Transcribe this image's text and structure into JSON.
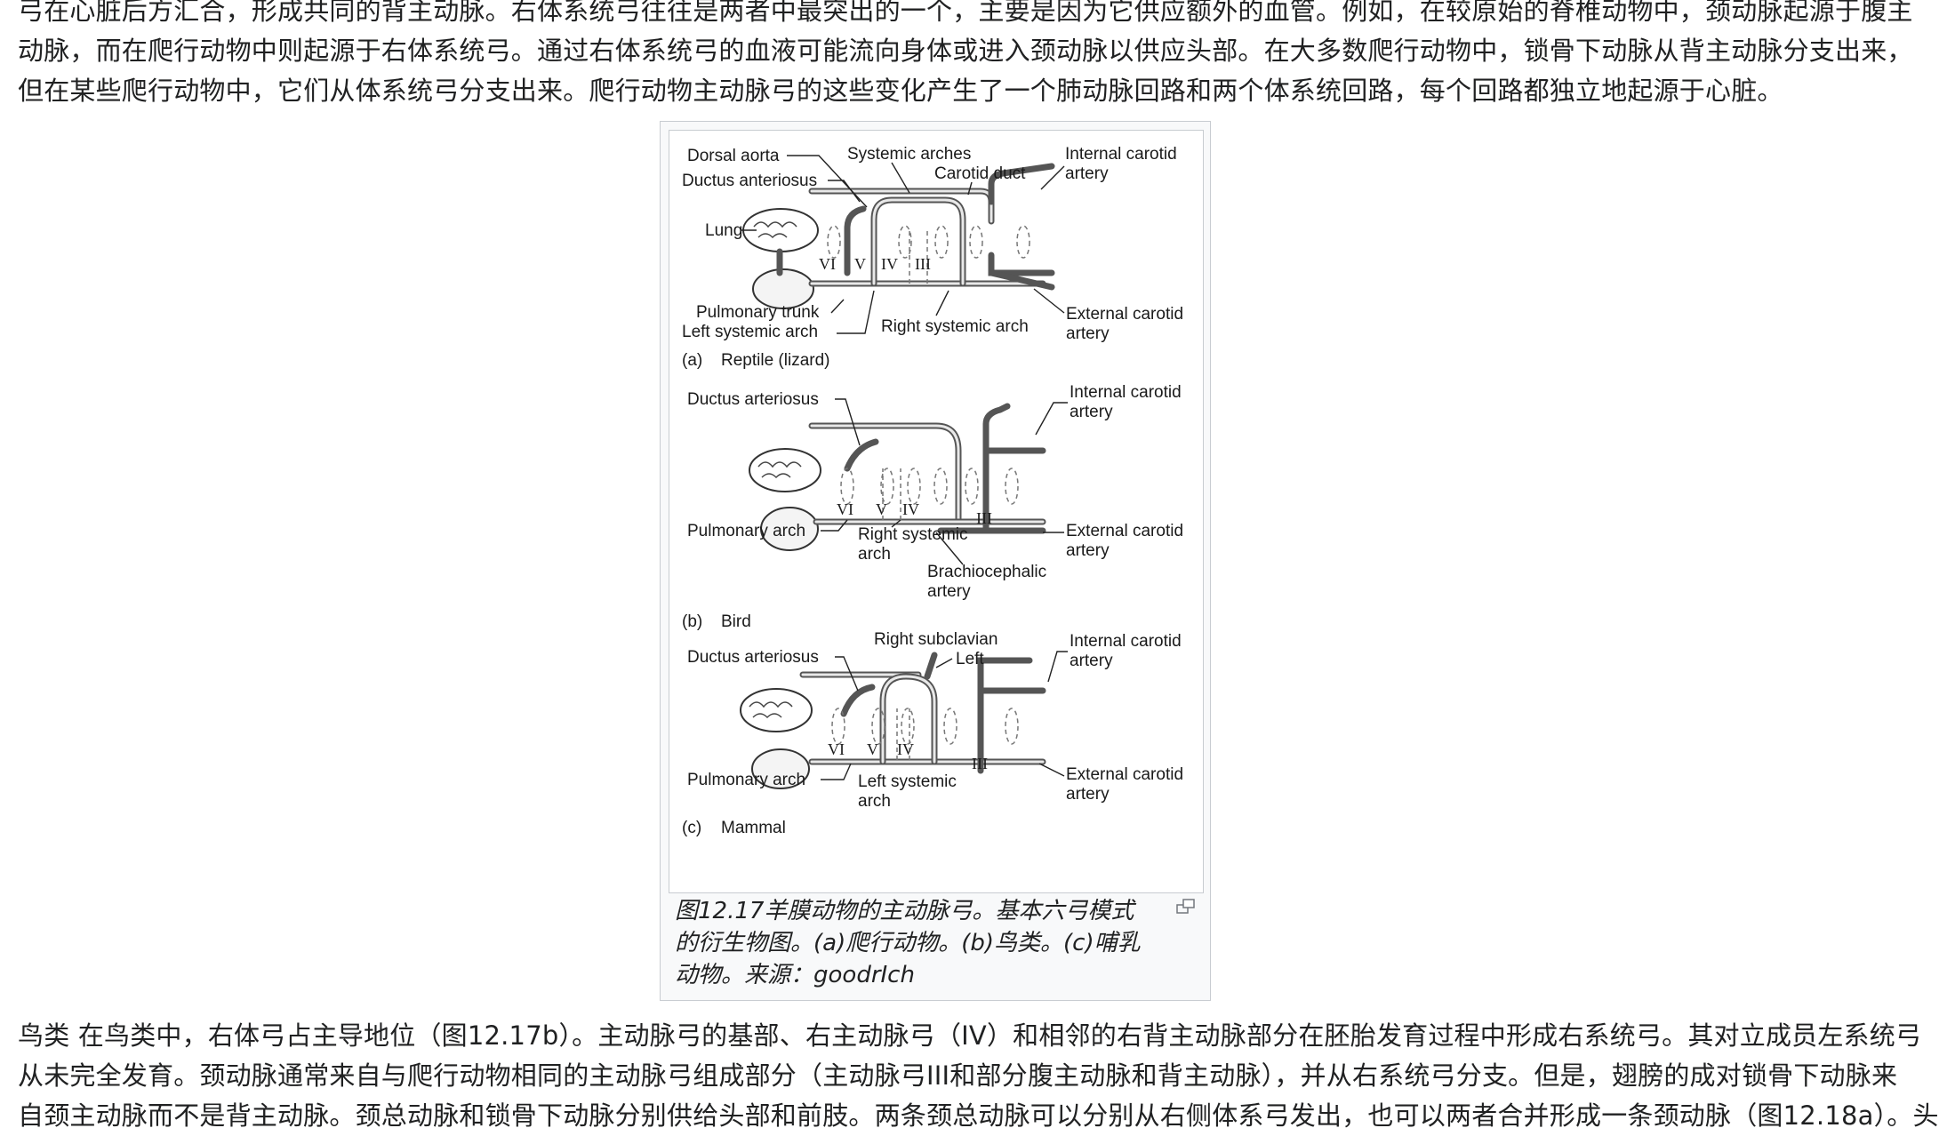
{
  "article": {
    "para_top": [
      "弓在心脏后方汇合，形成共同的背主动脉。右体系统弓往往是两者中最突出的一个，主要是因为它供应额外的血管。例如，在较原始的脊椎动物中，颈动脉起源于腹主",
      "动脉，而在爬行动物中则起源于右体系统弓。通过右体系统弓的血液可能流向身体或进入颈动脉以供应头部。在大多数爬行动物中，锁骨下动脉从背主动脉分支出来，",
      "但在某些爬行动物中，它们从体系统弓分支出来。爬行动物主动脉弓的这些变化产生了一个肺动脉回路和两个体系统回路，每个回路都独立地起源于心脏。"
    ],
    "para_bottom": [
      "鸟类 在鸟类中，右体弓占主导地位（图12.17b）。主动脉弓的基部、右主动脉弓（IV）和相邻的右背主动脉部分在胚胎发育过程中形成右系统弓。其对立成员左系统弓",
      "从未完全发育。颈动脉通常来自与爬行动物相同的主动脉弓组成部分（主动脉弓III和部分腹主动脉和背主动脉），并从右系统弓分支。但是，翅膀的成对锁骨下动脉来",
      "自颈主动脉而不是背主动脉。颈总动脉和锁骨下动脉分别供给头部和前肢。两条颈总动脉可以分别从右侧体系弓发出，也可以两者合并形成一条颈动脉（图12.18a）。头"
    ]
  },
  "figure": {
    "caption": "图12.17羊膜动物的主动脉弓。基本六弓模式的衍生物图。(a)爬行动物。(b)鸟类。(c)哺乳动物。来源：goodrIch",
    "enlarge_icon": "enlarge-icon",
    "panel_a": {
      "tag": "(a)",
      "title": "Reptile (lizard)",
      "labels": {
        "dorsal_aorta": "Dorsal aorta",
        "ductus": "Ductus anteriosus",
        "lung": "Lung",
        "systemic_arches": "Systemic arches",
        "carotid_duct": "Carotid duct",
        "internal_1": "Internal carotid",
        "internal_2": "artery",
        "pulmonary_trunk": "Pulmonary trunk",
        "left_systemic": "Left systemic arch",
        "right_systemic": "Right systemic arch",
        "external_1": "External carotid",
        "external_2": "artery"
      },
      "romans": [
        "VI",
        "V",
        "IV",
        "III"
      ]
    },
    "panel_b": {
      "tag": "(b)",
      "title": "Bird",
      "labels": {
        "ductus": "Ductus arteriosus",
        "internal_1": "Internal carotid",
        "internal_2": "artery",
        "pulmonary_arch": "Pulmonary arch",
        "right_systemic_1": "Right systemic",
        "right_systemic_2": "arch",
        "brachio_1": "Brachiocephalic",
        "brachio_2": "artery",
        "external_1": "External carotid",
        "external_2": "artery"
      },
      "romans": [
        "VI",
        "V",
        "IV",
        "III"
      ]
    },
    "panel_c": {
      "tag": "(c)",
      "title": "Mammal",
      "labels": {
        "right_subclavian": "Right subclavian",
        "left": "Left",
        "ductus": "Ductus arteriosus",
        "internal_1": "Internal carotid",
        "internal_2": "artery",
        "pulmonary_arch": "Pulmonary arch",
        "left_systemic_1": "Left systemic",
        "left_systemic_2": "arch",
        "external_1": "External carotid",
        "external_2": "artery"
      },
      "romans": [
        "VI",
        "V",
        "IV",
        "III"
      ]
    }
  }
}
